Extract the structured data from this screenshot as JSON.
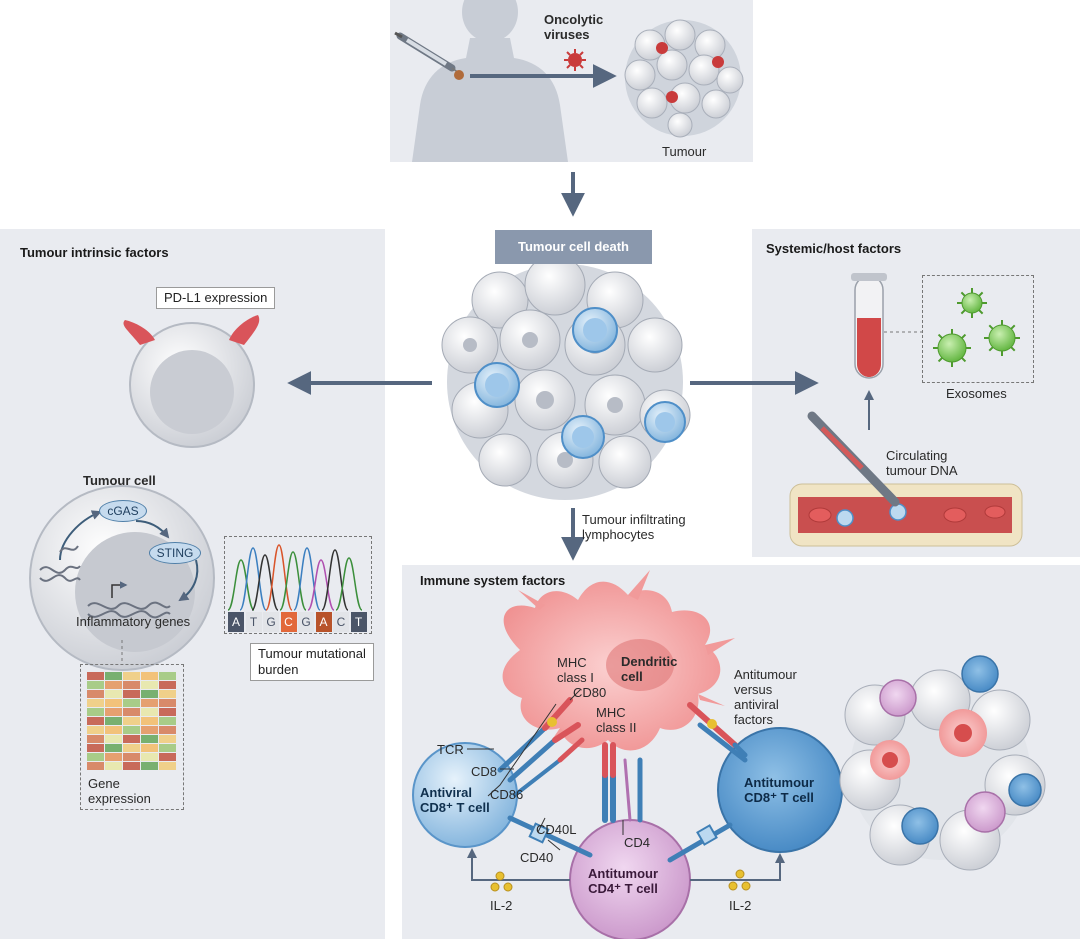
{
  "diagram": {
    "top": {
      "oncolytic_label": "Oncolytic\nviruses",
      "tumour_label": "Tumour"
    },
    "center": {
      "death_label": "Tumour cell death",
      "til_label": "Tumour infiltrating\nlymphocytes"
    },
    "intrinsic": {
      "title": "Tumour intrinsic factors",
      "pdl1": "PD-L1 expression",
      "tumour_cell": "Tumour cell",
      "cgas": "cGAS",
      "sting": "STING",
      "inflammatory": "Inflammatory genes",
      "tmb": "Tumour mutational\nburden",
      "gene_expression": "Gene\nexpression",
      "bases": [
        "A",
        "T",
        "G",
        "C",
        "G",
        "A",
        "C",
        "T"
      ]
    },
    "systemic": {
      "title": "Systemic/host factors",
      "exosomes": "Exosomes",
      "ctdna": "Circulating\ntumour DNA"
    },
    "immune": {
      "title": "Immune system factors",
      "mhc1": "MHC\nclass I",
      "dendritic": "Dendritic\ncell",
      "cd80": "CD80",
      "mhc2": "MHC\nclass II",
      "antitumour_vs": "Antitumour\nversus\nantiviral\nfactors",
      "tcr": "TCR",
      "cd8": "CD8",
      "cd86": "CD86",
      "cd40l": "CD40L",
      "cd40": "CD40",
      "cd4": "CD4",
      "antiviral_cd8": "Antiviral\nCD8⁺ T cell",
      "antitumour_cd8": "Antitumour\nCD8⁺ T cell",
      "antitumour_cd4": "Antitumour\nCD4⁺ T cell",
      "il2_left": "IL-2",
      "il2_right": "IL-2"
    }
  },
  "colors": {
    "panel": "#e9ebf0",
    "pill": "#8a98ad",
    "arrow": "#56677f",
    "red_receptor": "#d9545a",
    "blue_receptor": "#3f7fb6",
    "dendritic": "#f4a4a4",
    "cd4_cell": "#cf9ccf",
    "tcell_blue": "#7fb2dc"
  }
}
